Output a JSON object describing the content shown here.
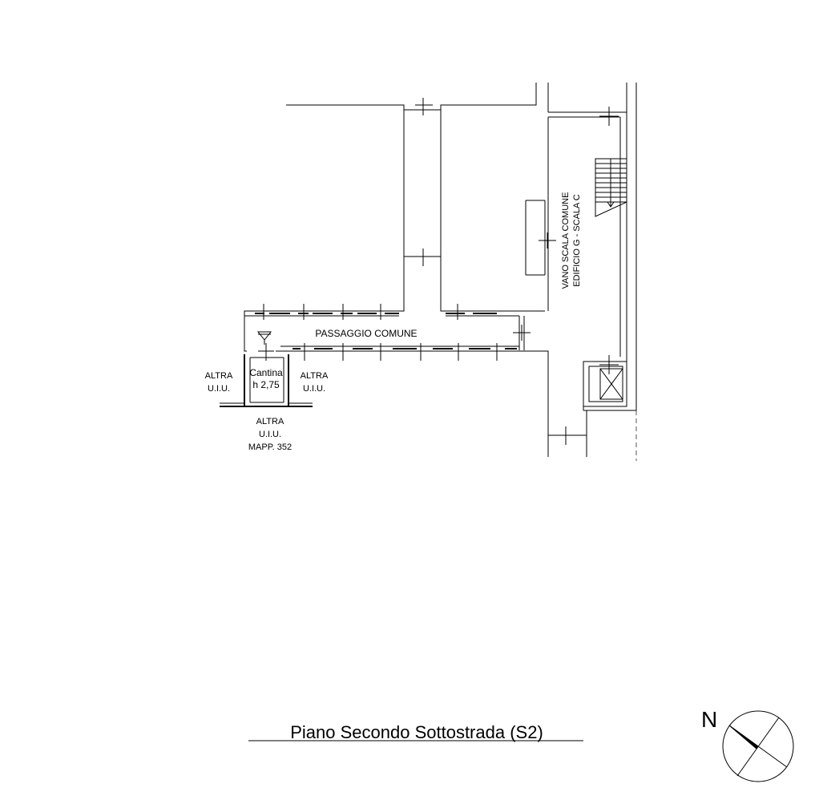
{
  "plan": {
    "labels": {
      "passaggio": "PASSAGGIO COMUNE",
      "vano_line1": "VANO SCALA COMUNE",
      "vano_line2": "EDIFICIO G - SCALA C",
      "cantina_line1": "Cantina",
      "cantina_line2": "h 2,75",
      "altra_left_1": "ALTRA",
      "altra_left_2": "U.I.U.",
      "altra_right_1": "ALTRA",
      "altra_right_2": "U.I.U.",
      "altra_bottom_1": "ALTRA",
      "altra_bottom_2": "U.I.U.",
      "altra_bottom_3": "MAPP. 352"
    },
    "title": "Piano Secondo Sottostrada (S2)",
    "north_label": "N"
  }
}
